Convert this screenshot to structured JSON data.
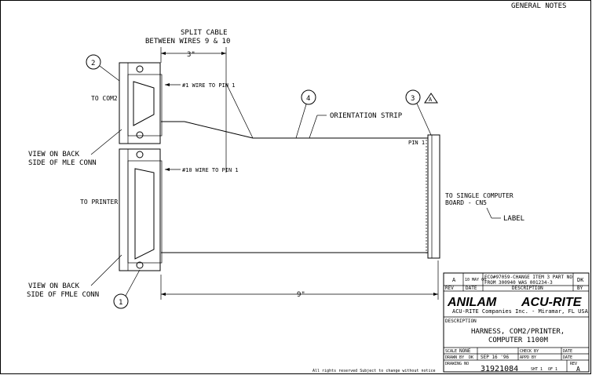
{
  "header": {
    "general_notes": "GENERAL NOTES"
  },
  "dimensions": {
    "split_cable_line1": "SPLIT CABLE",
    "split_cable_line2": "BETWEEN WIRES 9 & 10",
    "three_inch": "3\"",
    "nine_inch": "9\""
  },
  "callouts": {
    "c1": "1",
    "c2": "2",
    "c3": "3",
    "c4": "4",
    "rev": "A"
  },
  "labels": {
    "to_com2": "TO COM2",
    "to_printer": "TO PRINTER",
    "view_back_male_1": "VIEW ON BACK",
    "view_back_male_2": "SIDE OF MLE CONN",
    "view_back_female_1": "VIEW ON BACK",
    "view_back_female_2": "SIDE OF FMLE CONN",
    "wire1": "#1 WIRE TO PIN 1",
    "wire10": "#10 WIRE TO PIN 1",
    "orientation_strip": "ORIENTATION STRIP",
    "pin1": "PIN 1",
    "to_single_1": "TO SINGLE COMPUTER",
    "to_single_2": "BOARD - CN5",
    "label": "LABEL"
  },
  "title_block": {
    "rev_row": {
      "rev": "A",
      "date": "10 MAY 00",
      "description_1": "ECO#97059-CHANGE ITEM 3 PART NO",
      "description_2": "FROM 300940 WAS 001234-3",
      "by": "DK"
    },
    "rev_header": {
      "rev": "REV",
      "date": "DATE",
      "description": "DESCRIPTION",
      "by": "BY"
    },
    "company_1": "ANILAM",
    "company_2": "ACU-RITE",
    "company_sub": "ACU-RITE Companies Inc. - Miramar, FL  USA",
    "description_label": "DESCRIPTION",
    "description_1": "HARNESS, COM2/PRINTER,",
    "description_2": "COMPUTER 1100M",
    "scale_label": "SCALE",
    "scale_value": "NONE",
    "check_label": "CHECK BY",
    "date_label": "DATE",
    "drawn_label": "DRAWN BY",
    "drawn_value": "DK",
    "drawn_date": "SEP 16 '96",
    "appd_label": "APPD BY",
    "drawing_no_label": "DRAWING NO",
    "drawing_no": "31921084",
    "sheet_label": "SHT 1",
    "of_label": "OF 1",
    "rev_label": "REV",
    "rev_value": "A",
    "copyright": "All rights reserved Subject to change without notice"
  }
}
